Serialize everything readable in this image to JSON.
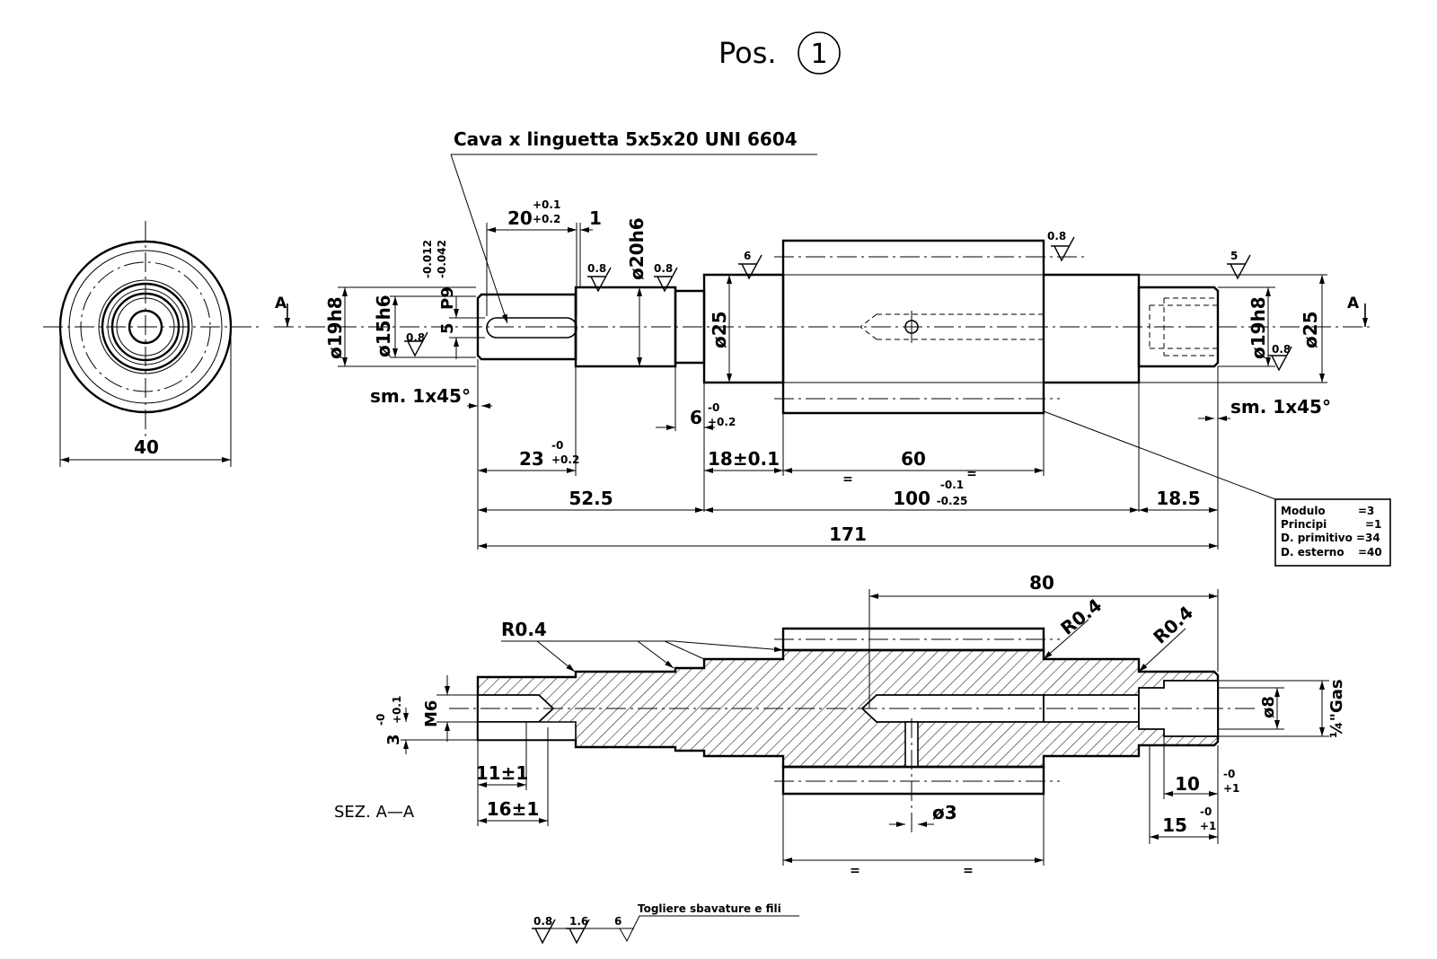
{
  "title": {
    "prefix": "Pos.",
    "number": "1"
  },
  "key_note": "Cava x linguetta 5x5x20 UNI 6604",
  "end_view": {
    "dim_40": "40"
  },
  "section_marks": {
    "left": "A",
    "right": "A"
  },
  "front_view": {
    "d19h8_left": "ø19h8",
    "d15h6": "ø15h6",
    "p9": "P9",
    "p9_upper": "-0.012",
    "p9_lower": "-0.042",
    "key_width": "5",
    "len_20": "20",
    "len_20_upper": "+0.1",
    "len_20_lower": "+0.2",
    "len_1": "1",
    "d20h6": "ø20h6",
    "d25_left": "ø25",
    "d19h8_right": "ø19h8",
    "d25_right": "ø25",
    "chamfer_left": "sm. 1x45°",
    "chamfer_right": "sm. 1x45°",
    "len_6": "6",
    "len_6_upper": "-0",
    "len_6_lower": "+0.2",
    "len_23": "23",
    "len_23_upper": "-0",
    "len_23_lower": "+0.2",
    "len_18": "18±0.1",
    "len_60": "60",
    "eq1": "=",
    "eq2": "=",
    "len_52_5": "52.5",
    "len_100": "100",
    "len_100_upper": "-0.1",
    "len_100_lower": "-0.25",
    "len_18_5": "18.5",
    "len_171": "171",
    "rough": [
      "0.8",
      "0.8",
      "0.8",
      "6",
      "0.8",
      "5",
      "0.8"
    ]
  },
  "gear_table": {
    "rows": [
      {
        "label": "Modulo",
        "value": "=3"
      },
      {
        "label": "Principi",
        "value": "=1"
      },
      {
        "label": "D. primitivo",
        "value": "=34"
      },
      {
        "label": "D. esterno",
        "value": "=40"
      }
    ]
  },
  "section_view": {
    "label": "SEZ. A—A",
    "len_80": "80",
    "r_left": "R0.4",
    "r_mid": "R0.4",
    "r_right": "R0.4",
    "m6": "M6",
    "len_3": "3",
    "len_3_upper": "-0",
    "len_3_lower": "+0.1",
    "len_11": "11±1",
    "len_16": "16±1",
    "d3": "ø3",
    "d8": "ø8",
    "gas": "¼\"Gas",
    "len_10": "10",
    "len_10_upper": "-0",
    "len_10_lower": "+1",
    "len_15": "15",
    "len_15_upper": "-0",
    "len_15_lower": "+1",
    "eq1": "=",
    "eq2": "="
  },
  "general_note": {
    "rough1": "0.8",
    "rough2": "1.6",
    "rough3": "6",
    "text": "Togliere sbavature e fili"
  }
}
